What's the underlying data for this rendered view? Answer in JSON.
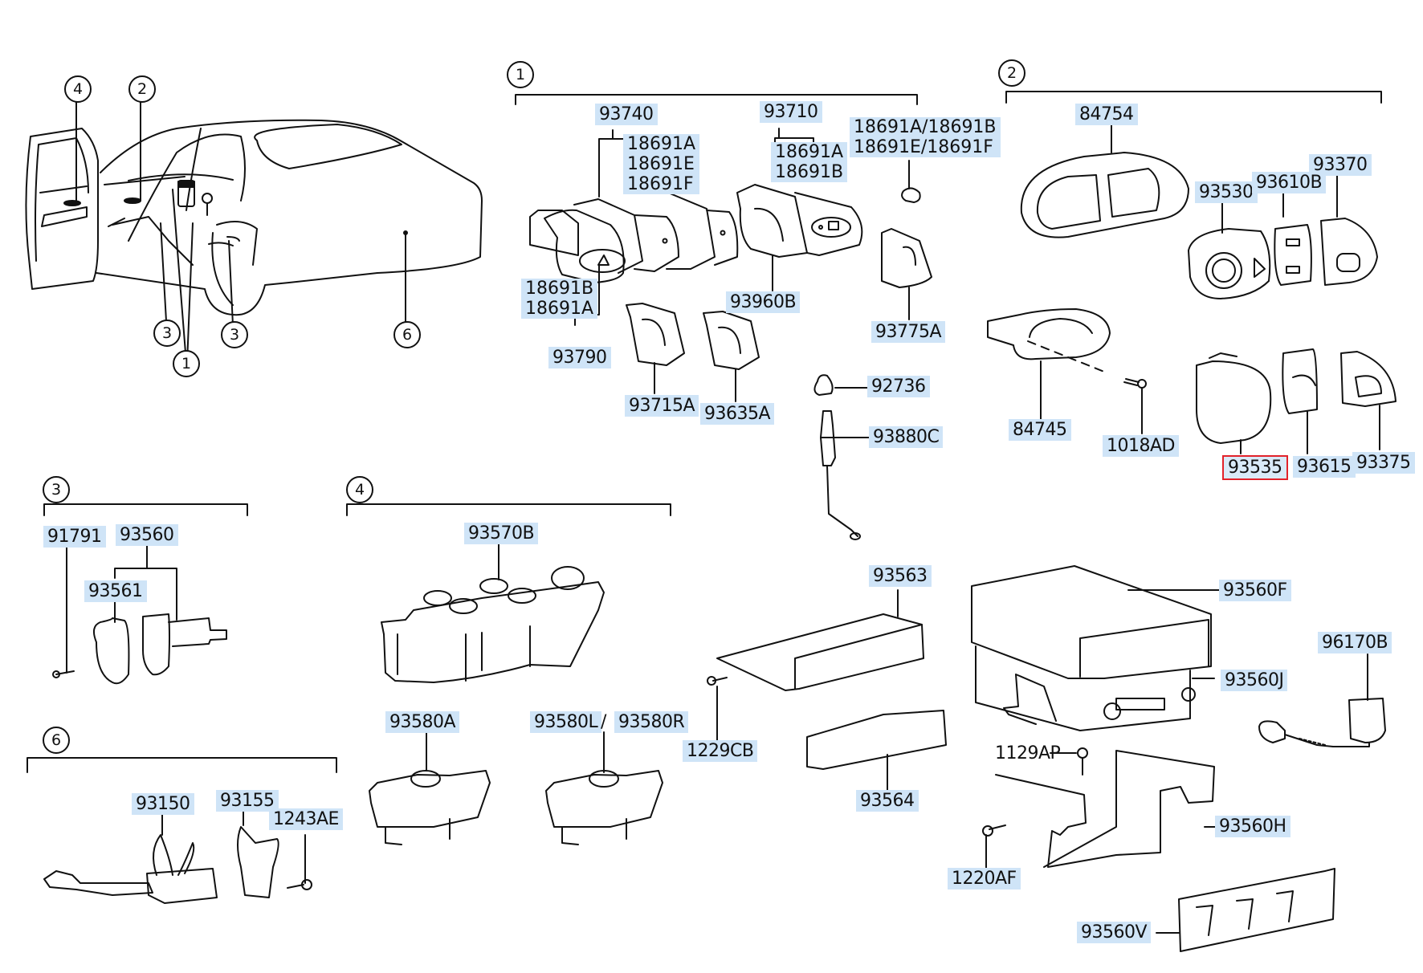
{
  "diagram": {
    "title": "Switch parts diagram",
    "highlight_color": "#cfe4f7",
    "selected_color": "#e2222a",
    "selected_part": "93535"
  },
  "car": {
    "callouts": [
      "4",
      "2",
      "3",
      "1",
      "3",
      "6"
    ]
  },
  "groups": {
    "g1": {
      "number": "1",
      "parts": {
        "p93740": "93740",
        "p18691_stack1": [
          "18691A",
          "18691E",
          "18691F"
        ],
        "p93710": "93710",
        "p18691_stack2": [
          "18691A",
          "18691B"
        ],
        "p18691_stack3": [
          "18691A/18691B",
          "18691E/18691F"
        ],
        "p18691_stack4": [
          "18691B",
          "18691A"
        ],
        "p93790": "93790",
        "p93960B": "93960B",
        "p93775A": "93775A",
        "p93715A": "93715A",
        "p93635A": "93635A",
        "p92736": "92736",
        "p93880C": "93880C"
      }
    },
    "g2": {
      "number": "2",
      "parts": {
        "p84754": "84754",
        "p93370": "93370",
        "p93530": "93530",
        "p93610B": "93610B",
        "p84745": "84745",
        "p1018AD": "1018AD",
        "p93535": "93535",
        "p93615": "93615",
        "p93375": "93375"
      }
    },
    "g3": {
      "number": "3",
      "parts": {
        "p91791": "91791",
        "p93560": "93560",
        "p93561": "93561"
      }
    },
    "g4": {
      "number": "4",
      "parts": {
        "p93570B": "93570B",
        "p93580A": "93580A",
        "p93580L": "93580L",
        "slash": "/",
        "p93580R": "93580R"
      }
    },
    "g6": {
      "number": "6",
      "parts": {
        "p93150": "93150",
        "p93155": "93155",
        "p1243AE": "1243AE"
      }
    },
    "misc": {
      "p93563": "93563",
      "p1229CB": "1229CB",
      "p93564": "93564",
      "p93560F": "93560F",
      "p93560J": "93560J",
      "p96170B": "96170B",
      "p1129AP": "1129AP",
      "p93560H": "93560H",
      "p1220AF": "1220AF",
      "p93560V": "93560V"
    }
  }
}
